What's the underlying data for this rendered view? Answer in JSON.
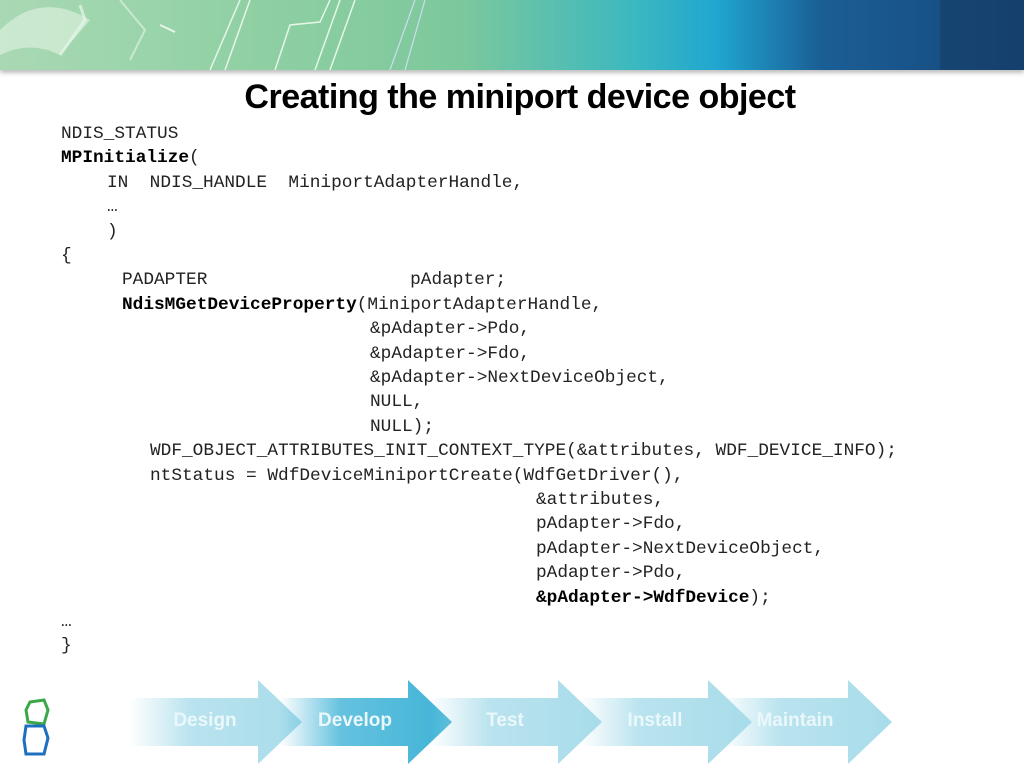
{
  "slide": {
    "title": "Creating the miniport device object",
    "code_lines": [
      [
        {
          "t": "NDIS_STATUS",
          "b": false
        }
      ],
      [
        {
          "t": "MPInitialize",
          "b": true
        },
        {
          "t": "(",
          "b": false
        }
      ],
      [
        {
          "t": "IN  NDIS_HANDLE  MiniportAdapterHandle,",
          "b": false
        }
      ],
      [
        {
          "t": "…",
          "b": false
        }
      ],
      [
        {
          "t": ")",
          "b": false
        }
      ],
      [
        {
          "t": "{",
          "b": false
        }
      ],
      [
        {
          "t": "PADAPTER                   pAdapter;",
          "b": false
        }
      ],
      [
        {
          "t": "NdisMGetDeviceProperty",
          "b": true
        },
        {
          "t": "(MiniportAdapterHandle,",
          "b": false
        }
      ],
      [
        {
          "t": "&pAdapter->Pdo,",
          "b": false
        }
      ],
      [
        {
          "t": "&pAdapter->Fdo,",
          "b": false
        }
      ],
      [
        {
          "t": "&pAdapter->NextDeviceObject,",
          "b": false
        }
      ],
      [
        {
          "t": "NULL,",
          "b": false
        }
      ],
      [
        {
          "t": "NULL);",
          "b": false
        }
      ],
      [
        {
          "t": "WDF_OBJECT_ATTRIBUTES_INIT_CONTEXT_TYPE(&attributes, WDF_DEVICE_INFO);",
          "b": false
        }
      ],
      [
        {
          "t": "ntStatus = WdfDeviceMiniportCreate(WdfGetDriver(),",
          "b": false
        }
      ],
      [
        {
          "t": "&attributes,",
          "b": false
        }
      ],
      [
        {
          "t": "pAdapter->Fdo,",
          "b": false
        }
      ],
      [
        {
          "t": "pAdapter->NextDeviceObject,",
          "b": false
        }
      ],
      [
        {
          "t": "pAdapter->Pdo,",
          "b": false
        }
      ],
      [
        {
          "t": "&pAdapter->WdfDevice",
          "b": true
        },
        {
          "t": ");",
          "b": false
        }
      ],
      [
        {
          "t": "…",
          "b": false
        }
      ],
      [
        {
          "t": "}",
          "b": false
        }
      ]
    ]
  },
  "footer": {
    "stages": [
      "Design",
      "Develop",
      "Test",
      "Install",
      "Maintain"
    ],
    "active_stage": "Develop",
    "colors": {
      "arrow": "#a8dcea",
      "active": "#3fb3d6",
      "logo_green": "#3aa846",
      "logo_blue": "#1f6fc0"
    }
  }
}
